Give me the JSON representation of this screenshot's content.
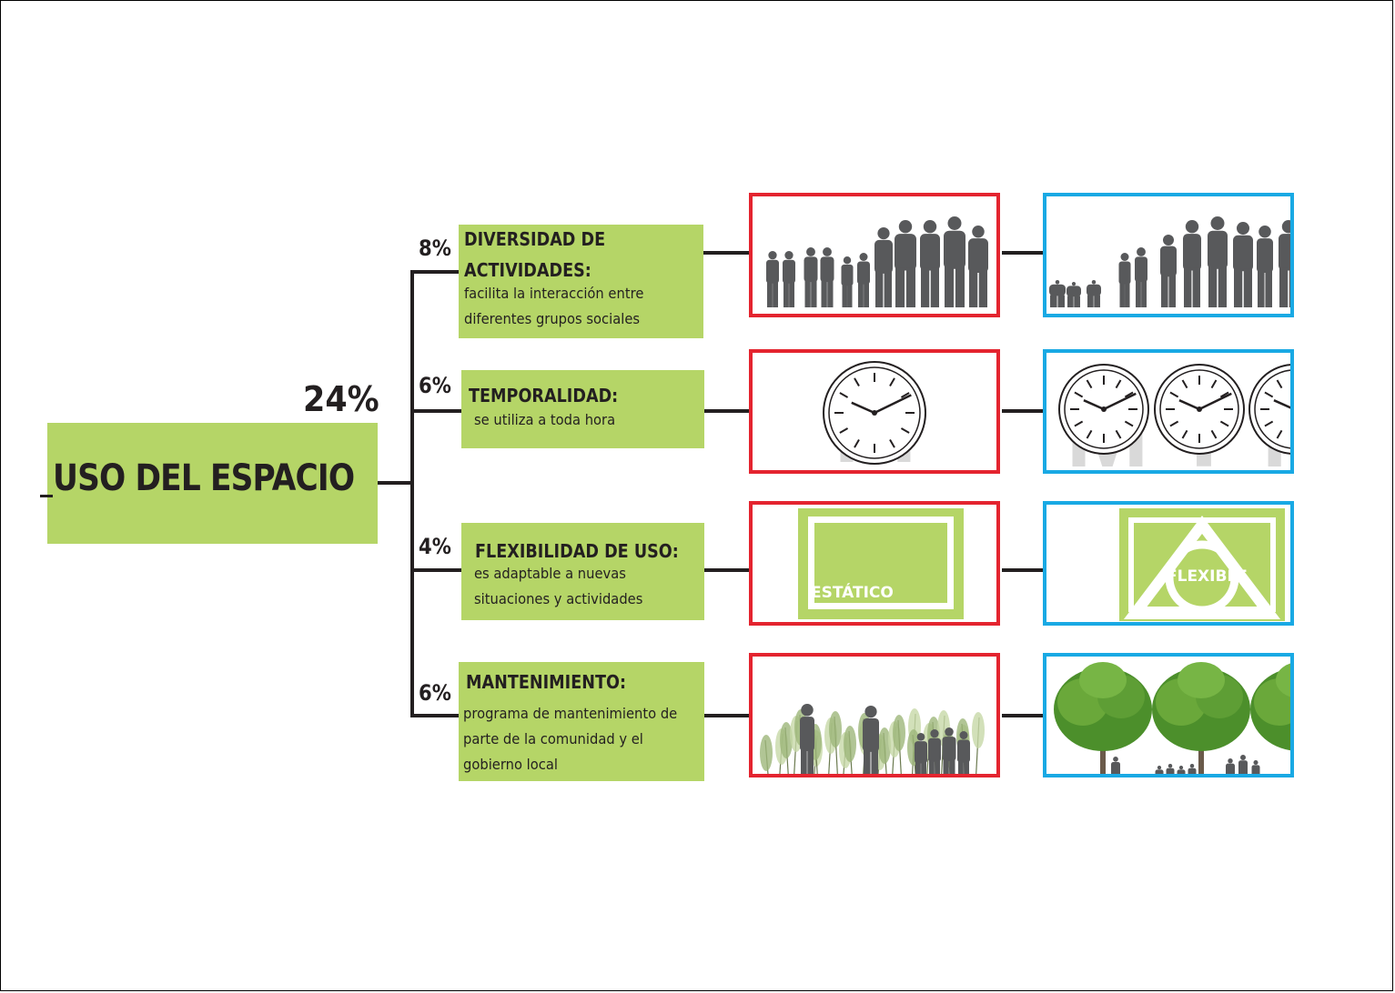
{
  "main": {
    "title": "USO DEL ESPACIO",
    "total_percent": "24%"
  },
  "criteria": [
    {
      "percent": "8%",
      "title_lines": [
        "DIVERSIDAD DE",
        "ACTIVIDADES:"
      ],
      "desc_lines": [
        "facilita la interacción entre",
        "diferentes grupos sociales"
      ]
    },
    {
      "percent": "6%",
      "title_lines": [
        "TEMPORALIDAD:"
      ],
      "desc_lines": [
        "se utiliza a toda hora"
      ]
    },
    {
      "percent": "4%",
      "title_lines": [
        "FLEXIBILIDAD DE USO:"
      ],
      "desc_lines": [
        "es adaptable a nuevas",
        "situaciones y actividades"
      ]
    },
    {
      "percent": "6%",
      "title_lines": [
        "MANTENIMIENTO:"
      ],
      "desc_lines": [
        "programa de mantenimiento de",
        "parte de la comunidad y el",
        "gobierno local"
      ]
    }
  ],
  "panels": {
    "clock_single_letter": "M",
    "clock_triple_letters": [
      "M",
      "T",
      "N"
    ],
    "static_label": "ESTÁTICO",
    "flexible_label": "FLEXIBLE"
  },
  "colors": {
    "green": "#b5d567",
    "red_border": "#e4242f",
    "blue_border": "#19a9e4",
    "silhouette": "#58595b",
    "text": "#231f20"
  }
}
